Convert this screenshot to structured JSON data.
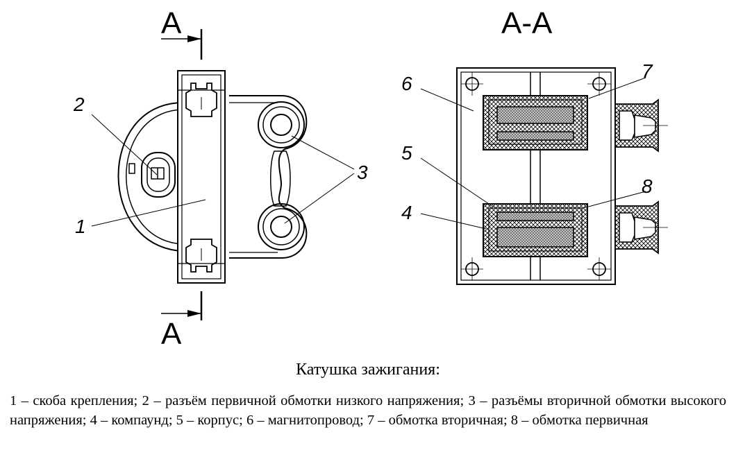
{
  "section_labels": {
    "cut_top": "A",
    "cut_bottom": "A",
    "section_title": "A-A"
  },
  "callouts": {
    "c1": "1",
    "c2": "2",
    "c3": "3",
    "c4": "4",
    "c5": "5",
    "c6": "6",
    "c7": "7",
    "c8": "8"
  },
  "caption": {
    "title": "Катушка зажигания:",
    "legend": "1 – скоба крепления; 2 – разъём первичной обмотки низкого напряжения; 3 – разъёмы вторичной обмотки высокого напряжения; 4 – компаунд; 5 – корпус; 6 – магнитопровод; 7 – обмотка вторичная; 8 – обмотка первичная"
  },
  "colors": {
    "line": "#000000",
    "background": "#ffffff",
    "hatch": "#000000"
  }
}
